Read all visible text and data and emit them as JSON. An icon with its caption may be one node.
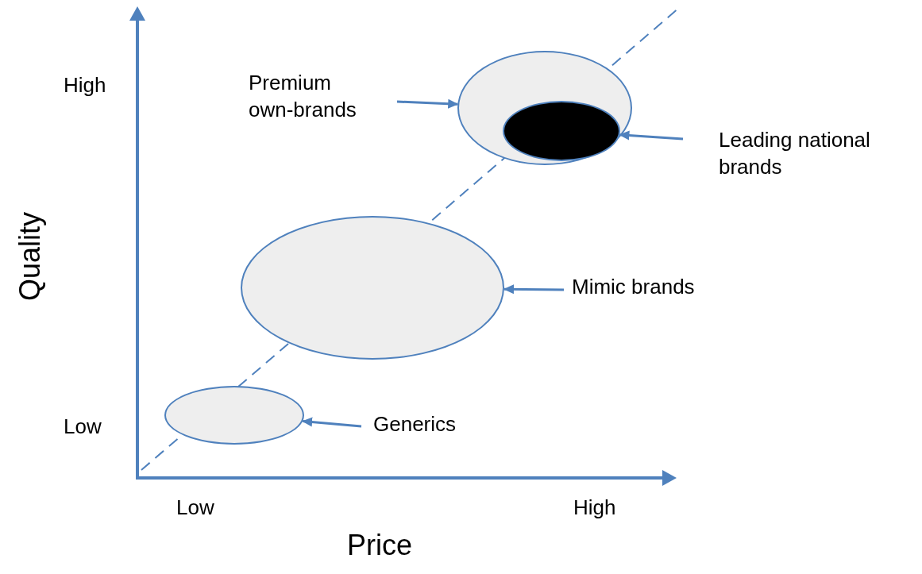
{
  "diagram": {
    "nodes": [
      {
        "text": [
          "Premium own-brands"
        ]
      },
      {
        "text": [],
        "shape": "ellipse"
      },
      {
        "text": [],
        "shape": "ellipse",
        "in": 1
      },
      {
        "text": [
          "Leading national brands"
        ]
      },
      {
        "text": [],
        "shape": "ellipse"
      },
      {
        "text": [
          "Mimic brands"
        ]
      },
      {
        "text": [],
        "shape": "ellipse"
      },
      {
        "text": [
          "Generics"
        ]
      }
    ],
    "edges": [
      {
        "from": 0,
        "to": 1,
        "arrow": "to"
      },
      {
        "from": 3,
        "to": 2,
        "arrow": "to"
      },
      {
        "from": 5,
        "to": 4,
        "arrow": "to"
      },
      {
        "from": 7,
        "to": 6,
        "arrow": "to"
      }
    ],
    "labels": [
      "High",
      "Quality",
      "Low",
      "Low",
      "High",
      "Price"
    ]
  }
}
